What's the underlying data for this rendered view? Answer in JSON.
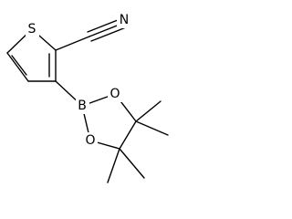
{
  "molecule": {
    "atoms": {
      "sulfur": "S",
      "nitrogen": "N",
      "boron": "B",
      "oxygen_upper": "O",
      "oxygen_lower": "O"
    },
    "colors": {
      "bond": "#000000",
      "label": "#000000",
      "background": "#ffffff"
    }
  }
}
